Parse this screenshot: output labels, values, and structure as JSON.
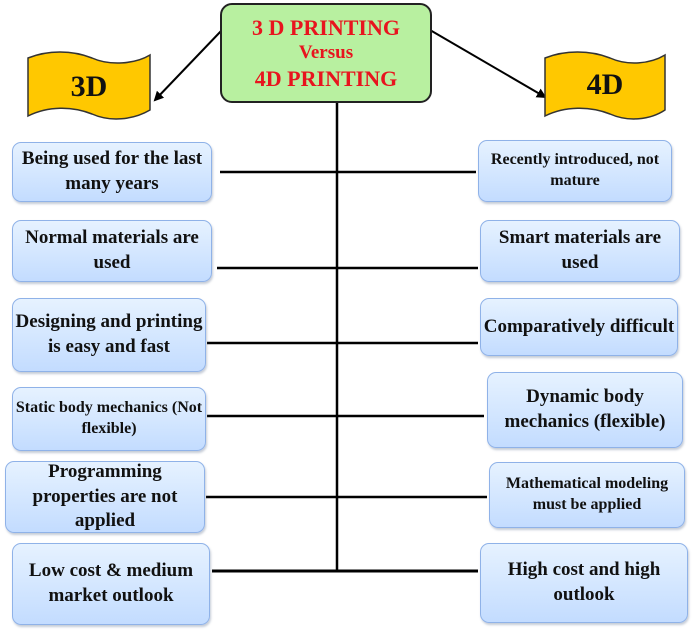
{
  "title": {
    "line1": "3 D PRINTING",
    "line2": "Versus",
    "line3": "4D PRINTING"
  },
  "colors": {
    "title_fill": "#b8f0a0",
    "title_text": "#e8141e",
    "flag_fill": "#ffc800",
    "box_fill": "#d4e6ff",
    "box_border": "#8fb2e8"
  },
  "left": {
    "heading": "3D",
    "items": [
      "Being used for the last many years",
      "Normal materials are used",
      "Designing and printing is easy and fast",
      "Static body mechanics (Not flexible)",
      "Programming properties are not applied",
      "Low cost & medium market outlook"
    ]
  },
  "right": {
    "heading": "4D",
    "items": [
      "Recently introduced, not mature",
      "Smart materials are used",
      "Comparatively difficult",
      "Dynamic body mechanics (flexible)",
      "Mathematical modeling must be applied",
      "High cost and high outlook"
    ]
  }
}
